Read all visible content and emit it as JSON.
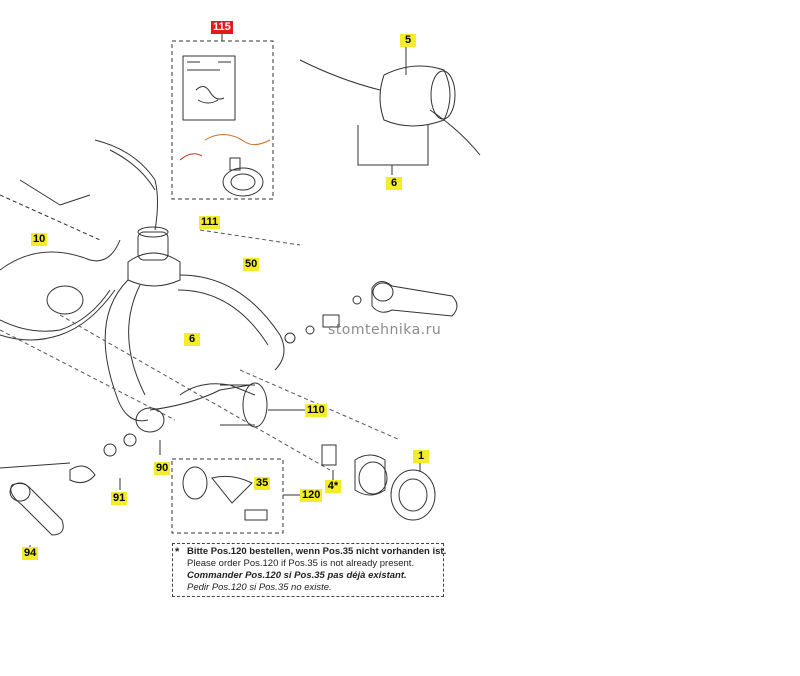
{
  "diagram": {
    "callouts": {
      "c115": "115",
      "c5": "5",
      "c6_top": "6",
      "c10": "10",
      "c111": "111",
      "c50": "50",
      "c6_mid": "6",
      "c110": "110",
      "c90": "90",
      "c35": "35",
      "c120": "120",
      "c4": "4*",
      "c1": "1",
      "c91": "91",
      "c94": "94"
    },
    "note": {
      "star": "*",
      "de": "Bitte Pos.120 bestellen, wenn Pos.35 nicht vorhanden ist.",
      "en": "Please order Pos.120 if Pos.35 is not already present.",
      "fr": "Commander Pos.120 si Pos.35 pas déjà existant.",
      "es": "Pedir Pos.120 si Pos.35 no existe."
    },
    "watermark": "stomtehnika.ru",
    "colors": {
      "callout": "#f4ec2b",
      "callout_red": "#e11b1b",
      "line": "#333333"
    }
  }
}
